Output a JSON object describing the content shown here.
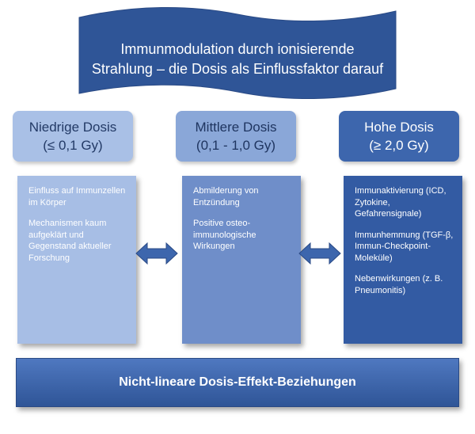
{
  "title": {
    "line1": "Immunmodulation durch ionisierende",
    "line2": "Strahlung – die Dosis als Einflussfaktor darauf"
  },
  "columns": {
    "low": {
      "name": "Niedrige Dosis",
      "range": "(≤ 0,1 Gy)"
    },
    "mid": {
      "name": "Mittlere Dosis",
      "range": "(0,1 - 1,0 Gy)"
    },
    "high": {
      "name": "Hohe Dosis",
      "range": "(≥ 2,0 Gy)"
    }
  },
  "details": {
    "low": {
      "p1": "Einfluss auf Immunzellen im Körper",
      "p2": "Mechanismen kaum aufgeklärt und Gegenstand aktueller Forschung"
    },
    "mid": {
      "p1": "Abmilderung von Entzündung",
      "p2": "Positive osteo-immunologische Wirkungen"
    },
    "high": {
      "p1": "Immunaktivierung (ICD, Zytokine, Gefahrensignale)",
      "p2": "Immunhemmung (TGF-β, Immun-Checkpoint-Moleküle)",
      "p3": "Nebenwirkungen (z. B. Pneumonitis)"
    }
  },
  "footer": "Nicht-lineare Dosis-Effekt-Beziehungen",
  "colors": {
    "banner": "#2f5597",
    "light": "#a9c0e6",
    "medium": "#6f8ec9",
    "dark": "#335ba3",
    "arrow": "#3d66ad"
  }
}
